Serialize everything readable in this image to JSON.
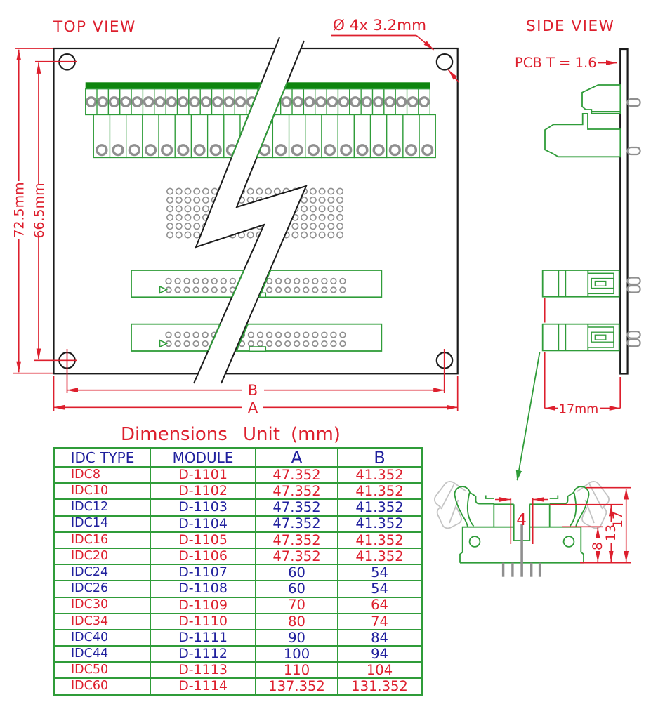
{
  "colors": {
    "red": "#dd1f2d",
    "navy": "#20209d",
    "green": "#2f9c39",
    "dark_green": "#0e850e",
    "gray": "#8f8f8f",
    "ghost_gray": "#c4c4c4",
    "black": "#1b1b1b"
  },
  "labels": {
    "top_view_title": "TOP VIEW",
    "hole_note": "Ø 4x  3.2mm",
    "dim_height_outer": "72.5mm",
    "dim_height_inner": "66.5mm",
    "dim_b": "B",
    "dim_a": "A",
    "side_view_title": "SIDE VIEW",
    "pcb_note": "PCB T = 1.6",
    "dim_depth": "17mm",
    "detail_dim_gap": "4",
    "detail_dim_8": "8",
    "detail_dim_13": "13",
    "detail_dim_17": "17"
  },
  "table": {
    "title_word1": "Dimensions",
    "title_word2": "Unit",
    "title_word3": "(mm)",
    "headers": [
      "IDC TYPE",
      "MODULE",
      "A",
      "B"
    ],
    "rows": [
      {
        "type": "IDC8",
        "module": "D-1101",
        "a": "47.352",
        "b": "41.352",
        "color": "red"
      },
      {
        "type": "IDC10",
        "module": "D-1102",
        "a": "47.352",
        "b": "41.352",
        "color": "red"
      },
      {
        "type": "IDC12",
        "module": "D-1103",
        "a": "47.352",
        "b": "41.352",
        "color": "navy"
      },
      {
        "type": "IDC14",
        "module": "D-1104",
        "a": "47.352",
        "b": "41.352",
        "color": "navy"
      },
      {
        "type": "IDC16",
        "module": "D-1105",
        "a": "47.352",
        "b": "41.352",
        "color": "red"
      },
      {
        "type": "IDC20",
        "module": "D-1106",
        "a": "47.352",
        "b": "41.352",
        "color": "red"
      },
      {
        "type": "IDC24",
        "module": "D-1107",
        "a": "60",
        "b": "54",
        "color": "navy"
      },
      {
        "type": "IDC26",
        "module": "D-1108",
        "a": "60",
        "b": "54",
        "color": "navy"
      },
      {
        "type": "IDC30",
        "module": "D-1109",
        "a": "70",
        "b": "64",
        "color": "red"
      },
      {
        "type": "IDC34",
        "module": "D-1110",
        "a": "80",
        "b": "74",
        "color": "red"
      },
      {
        "type": "IDC40",
        "module": "D-1111",
        "a": "90",
        "b": "84",
        "color": "navy"
      },
      {
        "type": "IDC44",
        "module": "D-1112",
        "a": "100",
        "b": "94",
        "color": "navy"
      },
      {
        "type": "IDC50",
        "module": "D-1113",
        "a": "110",
        "b": "104",
        "color": "red"
      },
      {
        "type": "IDC60",
        "module": "D-1114",
        "a": "137.352",
        "b": "131.352",
        "color": "red"
      }
    ]
  }
}
